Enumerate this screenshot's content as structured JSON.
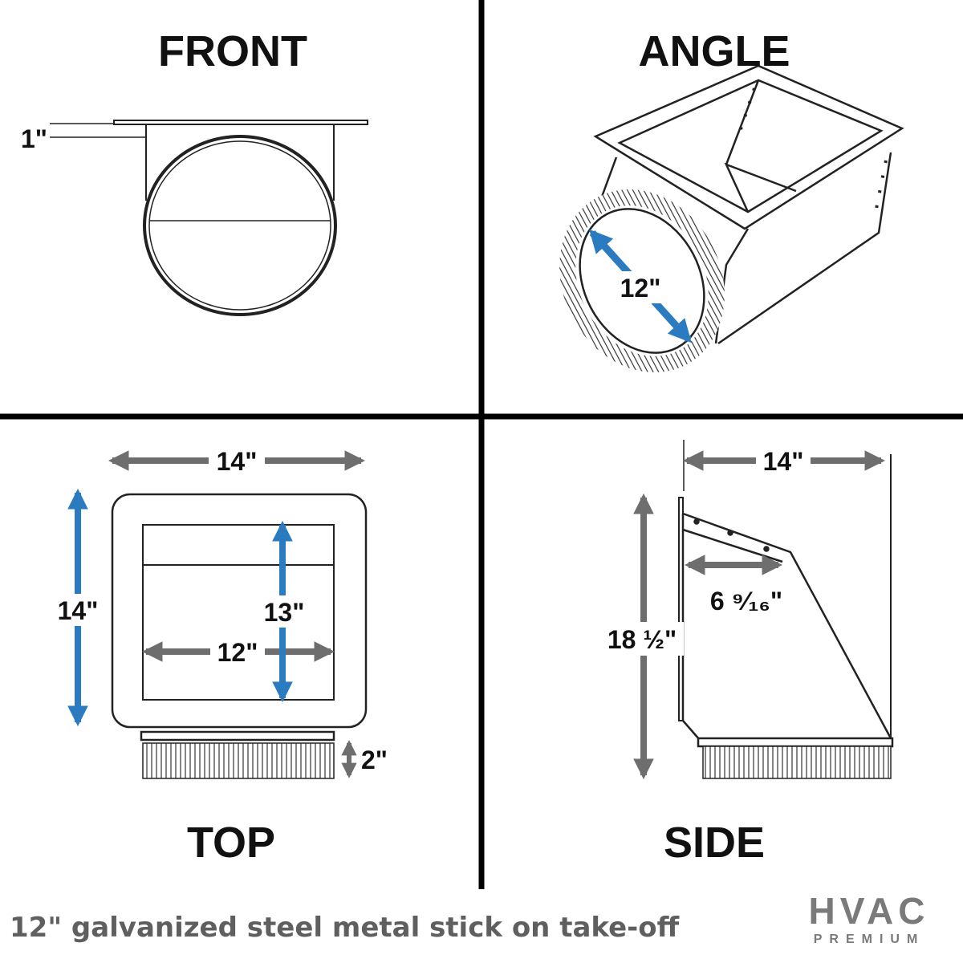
{
  "views": {
    "front": {
      "title": "FRONT",
      "flange_label": "1\""
    },
    "angle": {
      "title": "ANGLE",
      "diameter_label": "12\""
    },
    "top": {
      "title": "TOP",
      "width_label": "14\"",
      "height_label": "14\"",
      "inner_height_label": "13\"",
      "inner_width_label": "12\"",
      "collar_label": "2\""
    },
    "side": {
      "title": "SIDE",
      "width_label": "14\"",
      "height_label": "18 ½\"",
      "offset_label": "6 ⁹⁄₁₆\""
    }
  },
  "caption": "12\" galvanized steel metal stick on take-off",
  "logo": {
    "main": "HVAC",
    "sub": "PREMIUM"
  },
  "colors": {
    "grey_arrow": "#6e6e6e",
    "blue_arrow": "#2a7bbf",
    "caption": "#5f5f5f",
    "divider": "#000000"
  }
}
